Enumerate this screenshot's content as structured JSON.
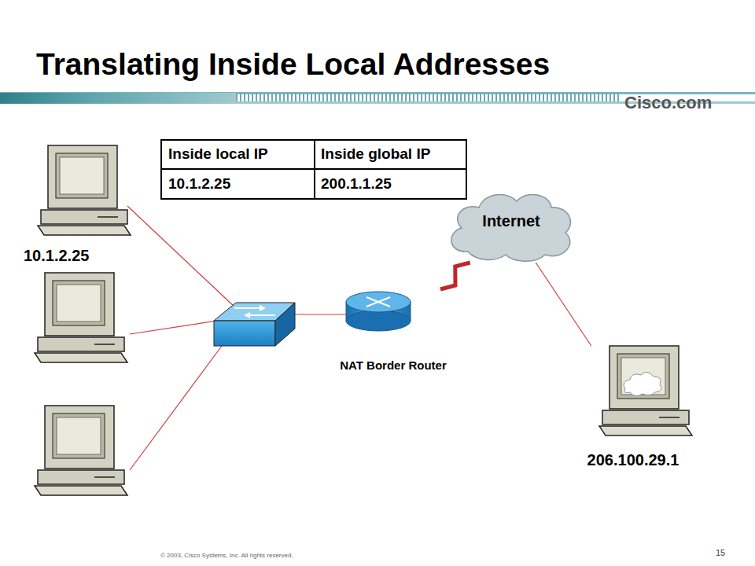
{
  "diagram": {
    "title": "Translating Inside Local Addresses",
    "nodes": [
      {
        "text": [
          "10.1.2.25"
        ]
      },
      {
        "text": [
          "Internet"
        ]
      },
      {
        "text": [
          "NAT Border Router"
        ]
      },
      {
        "text": [
          "206.100.29.1"
        ]
      }
    ],
    "edges": [
      {
        "from": 2,
        "to": 1,
        "arrow": "none"
      },
      {
        "from": 1,
        "to": 3,
        "arrow": "none"
      }
    ],
    "labels": [
      "Cisco.com",
      "Inside local IP",
      "Inside global IP",
      "10.1.2.25",
      "200.1.1.25",
      "© 2003, Cisco Systems, Inc. All rights reserved.",
      "15"
    ]
  }
}
